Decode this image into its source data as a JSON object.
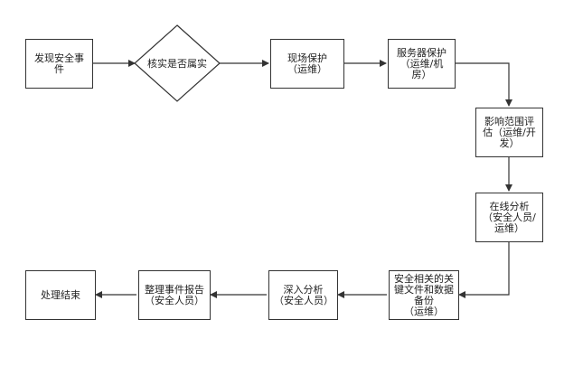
{
  "nodes": {
    "discover": "发现安全事件",
    "verify": "核实是否属实",
    "scene": "现场保护\n（运维）",
    "server": "服务器保护\n（运维/机房）",
    "impact": "影响范围评估（运维/开发）",
    "online": "在线分析\n（安全人员/运维）",
    "backup": "安全相关的关键文件和数据备份\n（运维）",
    "deep": "深入分析\n（安全人员）",
    "report": "整理事件报告（安全人员）",
    "end": "处理结束"
  }
}
